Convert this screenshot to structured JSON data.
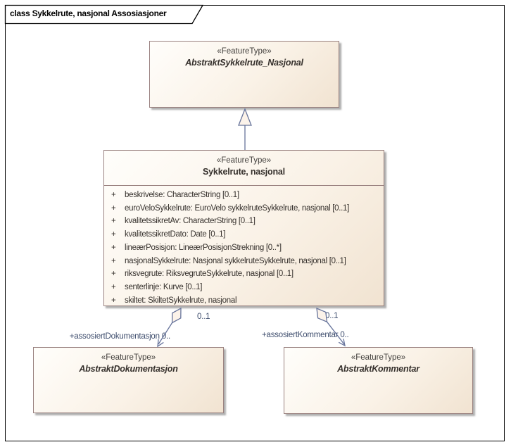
{
  "frame": {
    "title": "class Sykkelrute, nasjonal Assosiasjoner"
  },
  "classes": {
    "parent": {
      "stereotype": "«FeatureType»",
      "name": "AbstraktSykkelrute_Nasjonal"
    },
    "main": {
      "stereotype": "«FeatureType»",
      "name": "Sykkelrute, nasjonal",
      "attributes": [
        {
          "vis": "+",
          "text": "beskrivelse: CharacterString [0..1]"
        },
        {
          "vis": "+",
          "text": "euroVeloSykkelrute: EuroVelo sykkelruteSykkelrute, nasjonal [0..1]"
        },
        {
          "vis": "+",
          "text": "kvalitetssikretAv: CharacterString [0..1]"
        },
        {
          "vis": "+",
          "text": "kvalitetssikretDato: Date [0..1]"
        },
        {
          "vis": "+",
          "text": "lineærPosisjon: LineærPosisjonStrekning [0..*]"
        },
        {
          "vis": "+",
          "text": "nasjonalSykkelrute: Nasjonal sykkelruteSykkelrute, nasjonal [0..1]"
        },
        {
          "vis": "+",
          "text": "riksvegrute: RiksvegruteSykkelrute, nasjonal [0..1]"
        },
        {
          "vis": "+",
          "text": "senterlinje: Kurve [0..1]"
        },
        {
          "vis": "+",
          "text": "skiltet: SkiltetSykkelrute, nasjonal"
        }
      ]
    },
    "dokumentasjon": {
      "stereotype": "«FeatureType»",
      "name": "AbstraktDokumentasjon"
    },
    "kommentar": {
      "stereotype": "«FeatureType»",
      "name": "AbstraktKommentar"
    }
  },
  "connectors": {
    "dokumentasjon": {
      "source_multiplicity": "0..1",
      "target_role": "+assosiertDokumentasjon 0.."
    },
    "kommentar": {
      "source_multiplicity": "0..1",
      "target_role": "+assosiertKommentar 0.."
    }
  },
  "colors": {
    "box_fill_light": "#FFFEFB",
    "box_fill_dark": "#F1E3D1",
    "box_border": "#9A8280",
    "connector_line": "#66739B",
    "connector_label_text": "#3E4D6D",
    "frame_border": "#000000",
    "shadow": "#A0A0A0"
  }
}
